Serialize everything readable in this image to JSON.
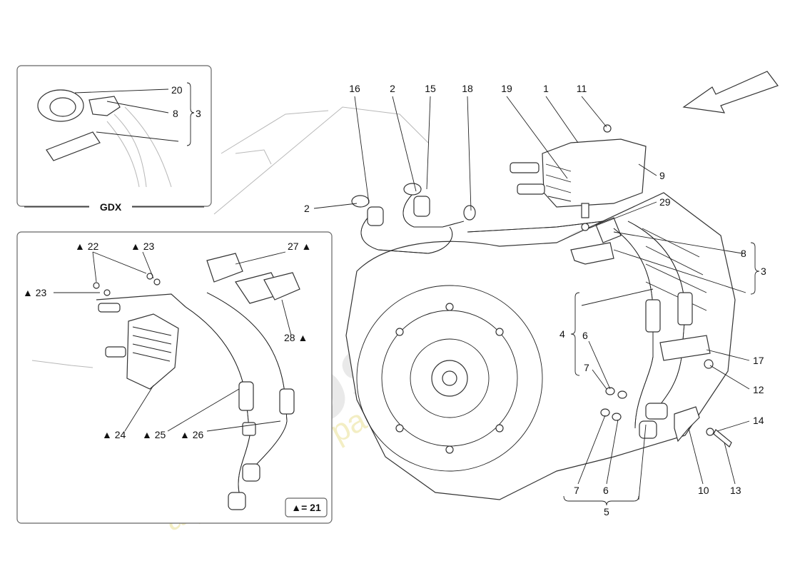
{
  "watermark": {
    "brand": "eurospares",
    "slogan": "a passion for parts since 1985"
  },
  "inset_gdx": {
    "label": "GDX",
    "callouts": [
      "20",
      "8",
      "3"
    ]
  },
  "inset_detail": {
    "callouts": [
      "▲ 22",
      "▲ 23",
      "▲ 23",
      "27 ▲",
      "28 ▲",
      "▲ 24",
      "▲ 25",
      "▲ 26"
    ],
    "legend": "▲= 21"
  },
  "main_callouts": {
    "top": [
      "16",
      "2",
      "15",
      "18",
      "19",
      "1",
      "11"
    ],
    "left_2": "2",
    "right_side": [
      "9",
      "29",
      "8",
      "3",
      "17",
      "12",
      "14"
    ],
    "bracket_4": "4",
    "middle": [
      "6",
      "7"
    ],
    "bottom": [
      "7",
      "6",
      "5",
      "10",
      "13"
    ]
  }
}
